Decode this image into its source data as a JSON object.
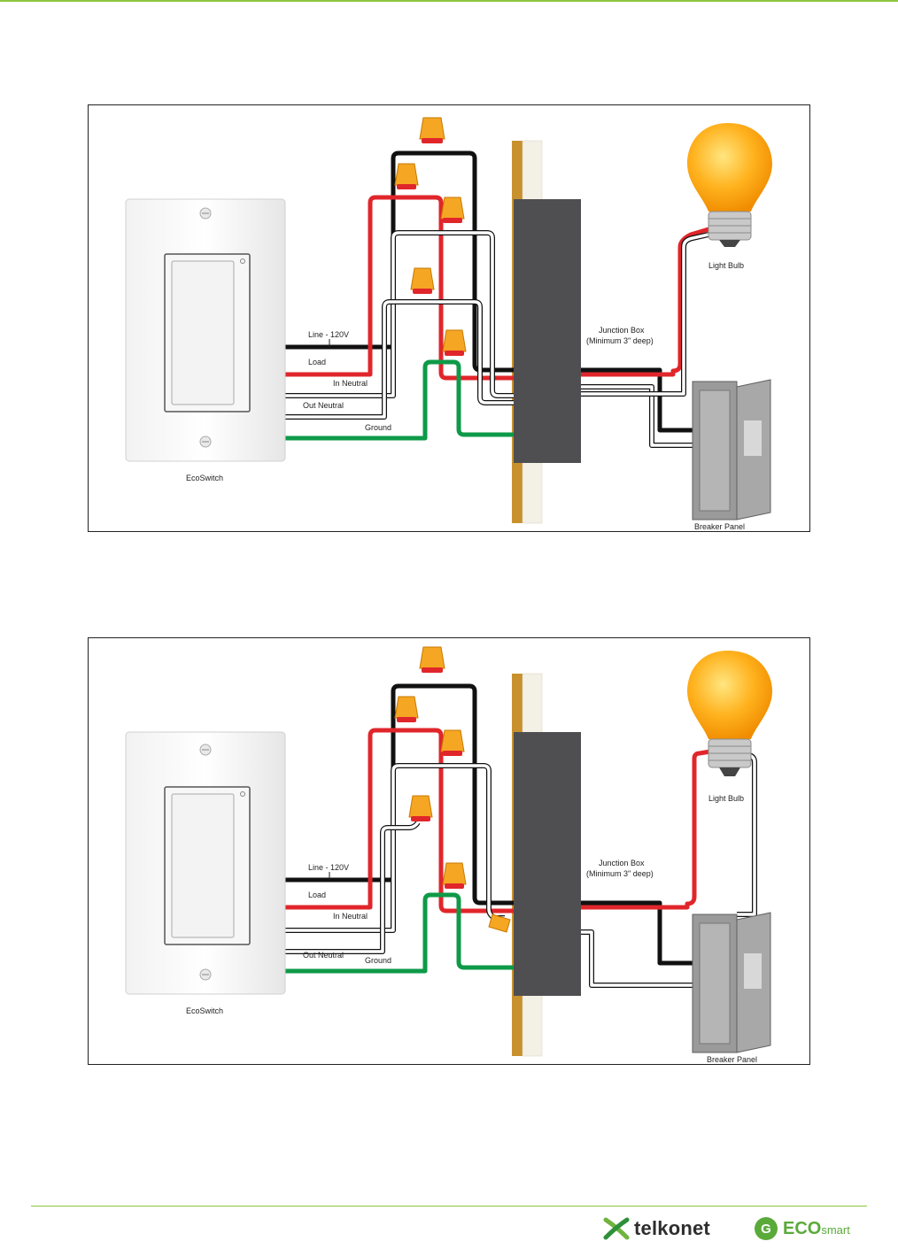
{
  "diagrams": [
    {
      "labels": {
        "line": "Line - 120V",
        "load": "Load",
        "in_neutral": "In Neutral",
        "out_neutral": "Out Neutral",
        "ground": "Ground",
        "switch": "EcoSwitch",
        "junction_box": "Junction Box",
        "junction_box_note": "(Minimum 3\" deep)",
        "light_bulb": "Light Bulb",
        "breaker_panel": "Breaker Panel"
      }
    },
    {
      "labels": {
        "line": "Line - 120V",
        "load": "Load",
        "in_neutral": "In Neutral",
        "out_neutral": "Out Neutral",
        "ground": "Ground",
        "switch": "EcoSwitch",
        "junction_box": "Junction Box",
        "junction_box_note": "(Minimum 3\" deep)",
        "light_bulb": "Light Bulb",
        "breaker_panel": "Breaker Panel"
      }
    }
  ],
  "footer": {
    "telkonet": "telkonet",
    "eco_letter": "G",
    "eco_main": "ECO",
    "eco_smart": "smart"
  },
  "colors": {
    "line_wire": "#111111",
    "load_wire": "#e0262b",
    "ground_wire": "#0e9a48",
    "neutral_wire": "#ffffff",
    "wire_nut": "#f5a623",
    "brand_green": "#8dc63f"
  }
}
